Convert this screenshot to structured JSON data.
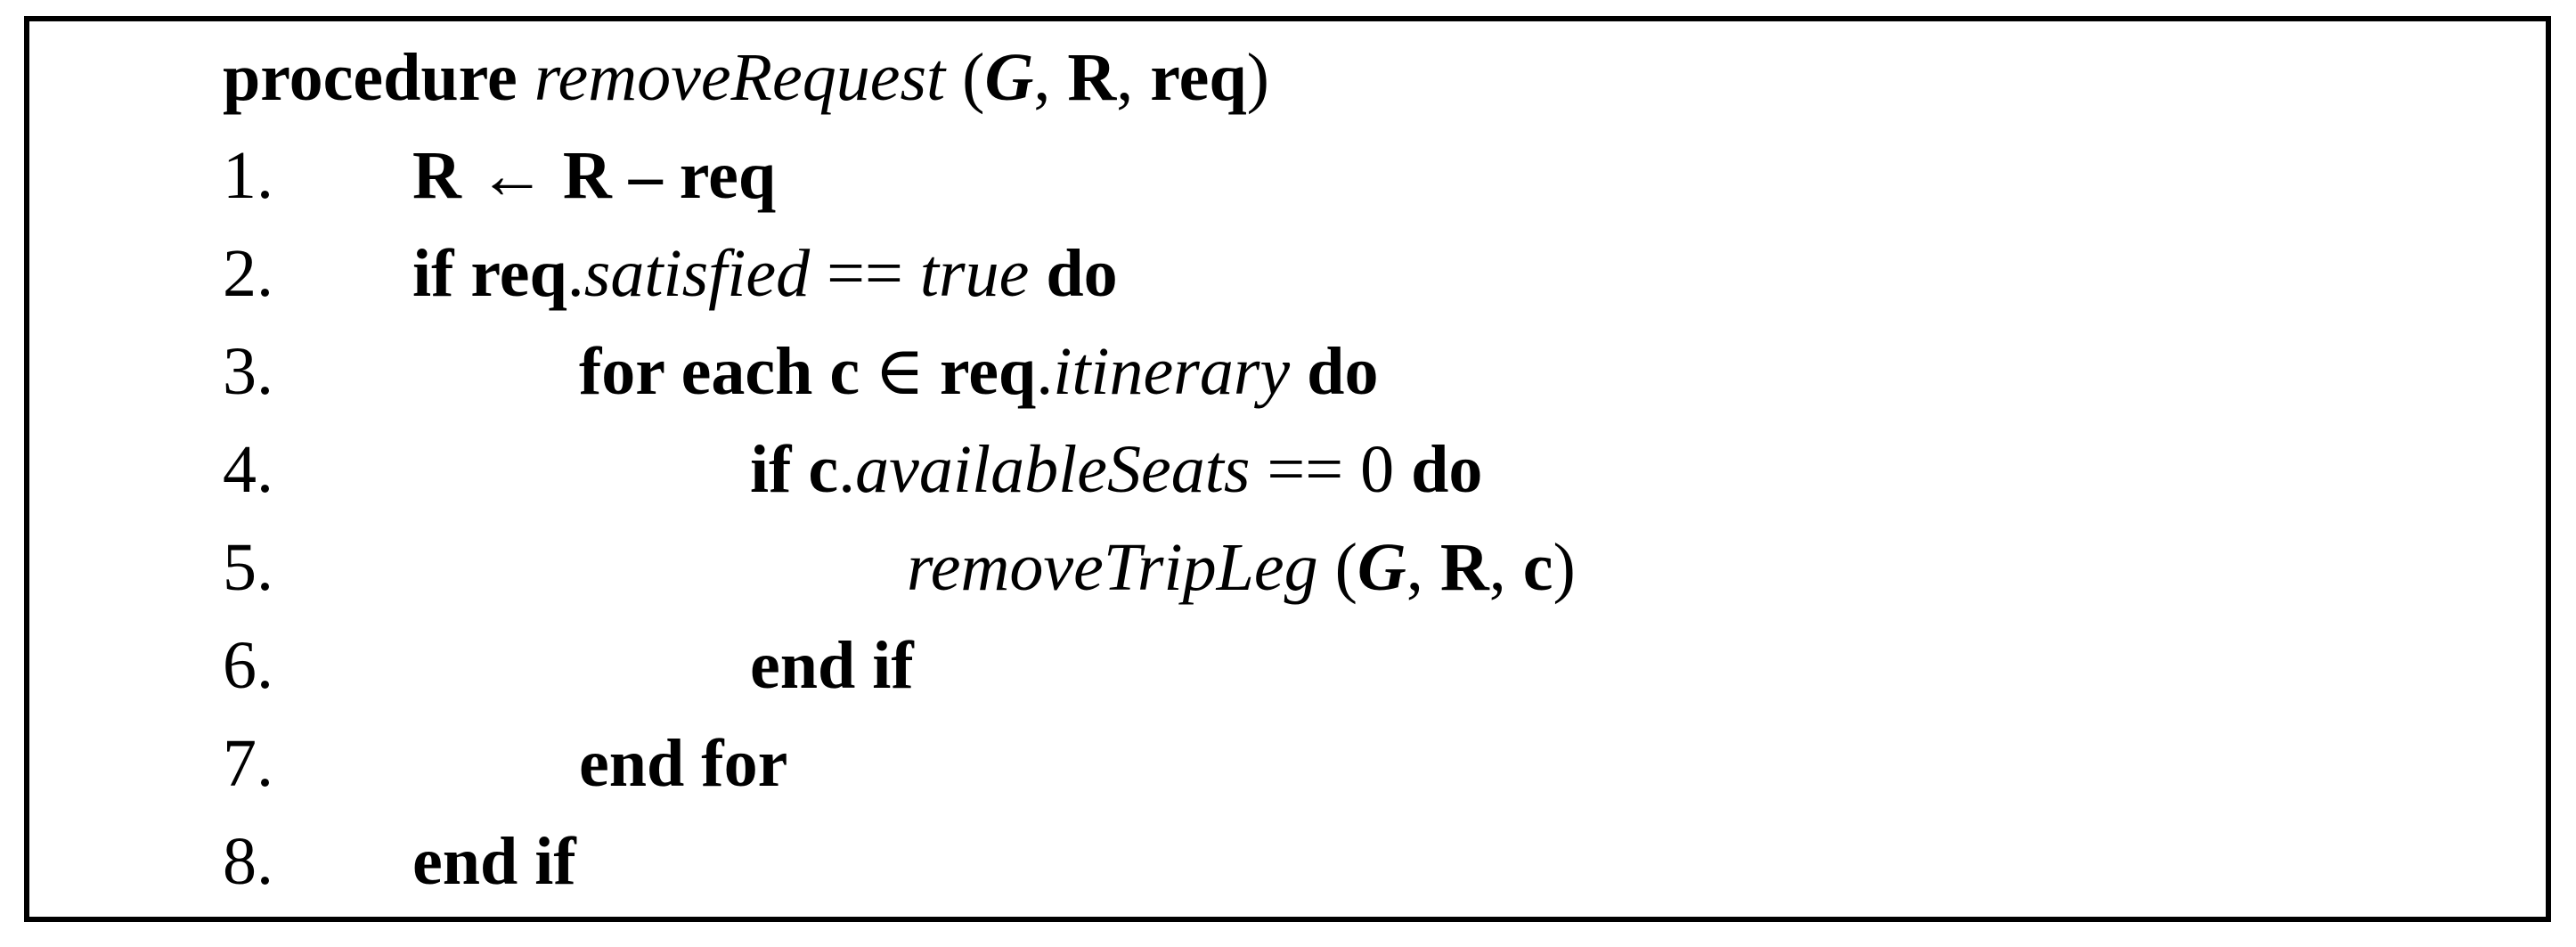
{
  "algorithm": {
    "header": {
      "kw": "procedure ",
      "name": "removeRequest ",
      "paren_open": "(",
      "arg1": "G",
      "comma1": ", ",
      "arg2": "R",
      "comma2": ", ",
      "arg3": "req",
      "paren_close": ")"
    },
    "lines": [
      {
        "number": "1.",
        "s0": "R ← R – req"
      },
      {
        "number": "2.",
        "s0": "if req",
        "s1": ".",
        "s2": "satisfied",
        "s3": " == ",
        "s4": "true",
        "s5": " do"
      },
      {
        "number": "3.",
        "s0": "for each c",
        "s1": "∈",
        "s2": "req",
        "s3": ".",
        "s4": "itinerary",
        "s5": " do"
      },
      {
        "number": "4.",
        "s0": "if c",
        "s1": ".",
        "s2": "availableSeats",
        "s3": " == 0 ",
        "s4": "do"
      },
      {
        "number": "5.",
        "s0": "removeTripLeg ",
        "s1": "(",
        "s2": "G",
        "s3": ", ",
        "s4": "R",
        "s5": ", ",
        "s6": "c",
        "s7": ")"
      },
      {
        "number": "6.",
        "s0": "end if"
      },
      {
        "number": "7.",
        "s0": "end for"
      },
      {
        "number": "8.",
        "s0": "end if"
      }
    ],
    "colors": {
      "text": "#000000",
      "background": "#ffffff",
      "border": "#000000"
    }
  }
}
